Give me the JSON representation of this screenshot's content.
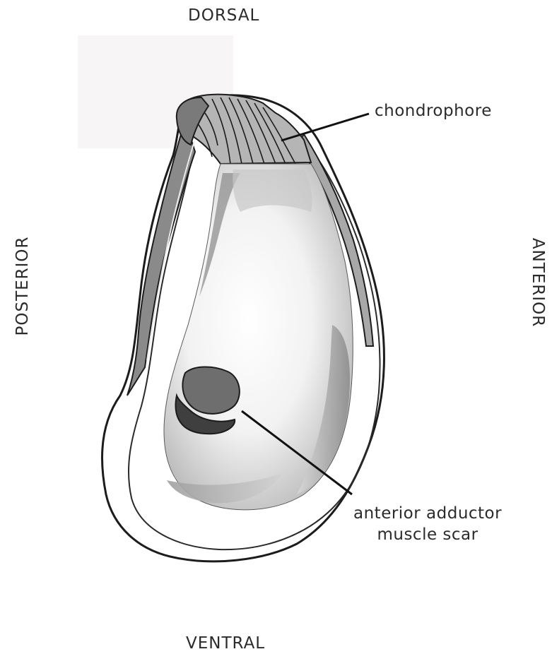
{
  "orientation": {
    "dorsal": "DORSAL",
    "ventral": "VENTRAL",
    "posterior": "POSTERIOR",
    "anterior": "ANTERIOR"
  },
  "labels": {
    "chondrophore": "chondrophore",
    "adductor_line1": "anterior adductor",
    "adductor_line2": "muscle scar"
  },
  "colors": {
    "outline": "#1c1c1c",
    "shell_dark": "#6a6a6a",
    "shell_mid": "#9a9a9a",
    "shell_light": "#cfcfcf",
    "scar": "#4d4d4d",
    "text": "#2b2b2b"
  }
}
